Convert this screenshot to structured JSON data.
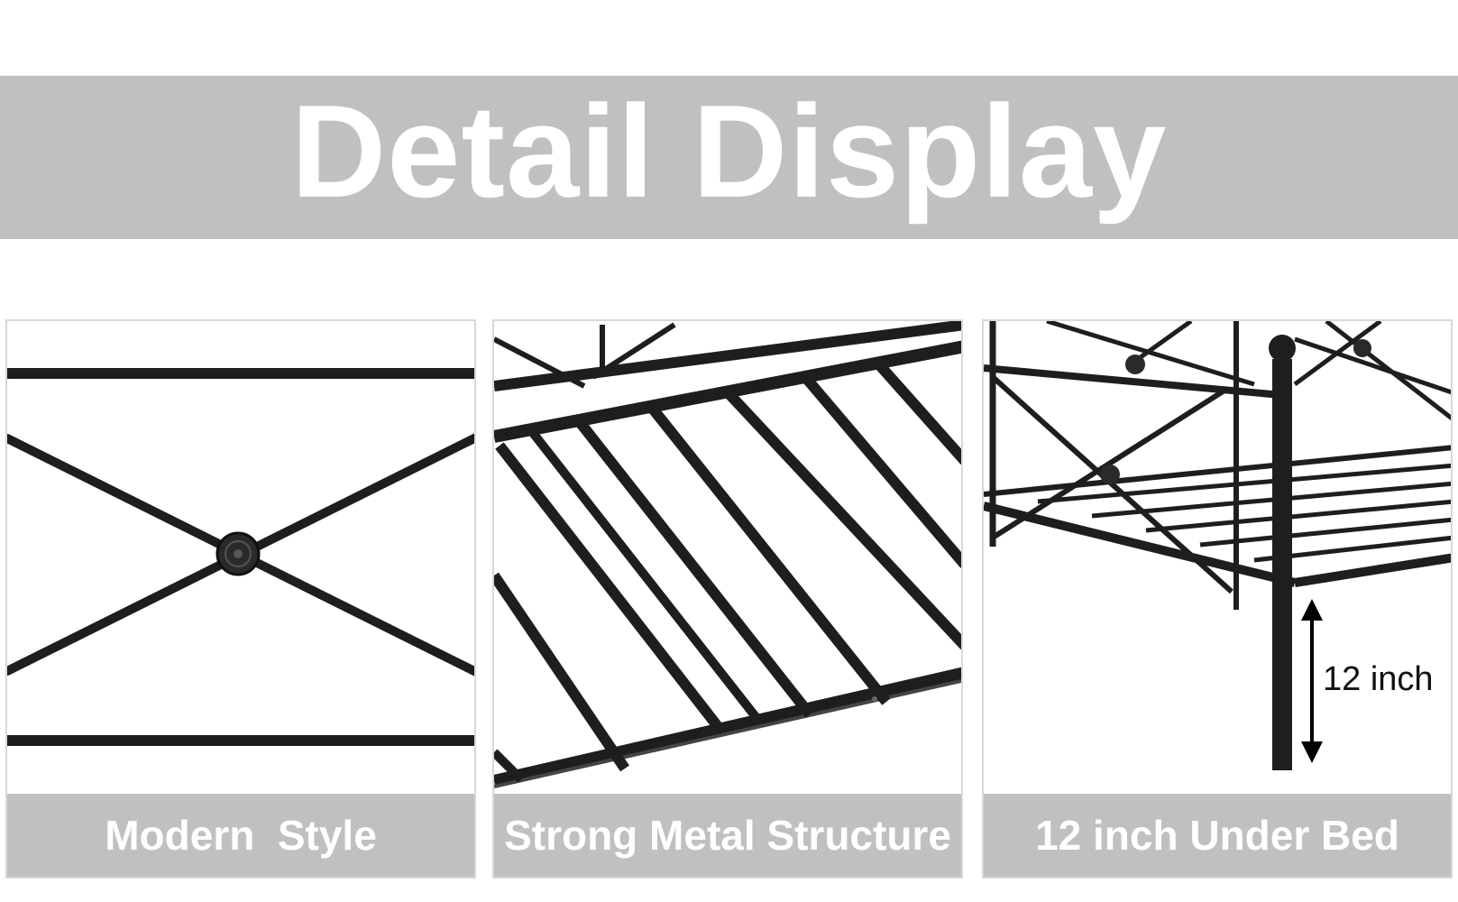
{
  "banner": {
    "title": "Detail Display"
  },
  "panels": [
    {
      "caption": "Modern  Style",
      "image": "bed-frame-cross-detail"
    },
    {
      "caption": "Strong Metal Structure",
      "image": "bed-frame-slats-detail"
    },
    {
      "caption": "12 inch Under Bed",
      "image": "bed-frame-leg-clearance",
      "measure_label": "12 inch"
    }
  ],
  "colors": {
    "banner_bg": "#c0c0c0",
    "caption_bg": "#c0c0c0",
    "text": "#ffffff",
    "metal": "#1e1e1e"
  }
}
